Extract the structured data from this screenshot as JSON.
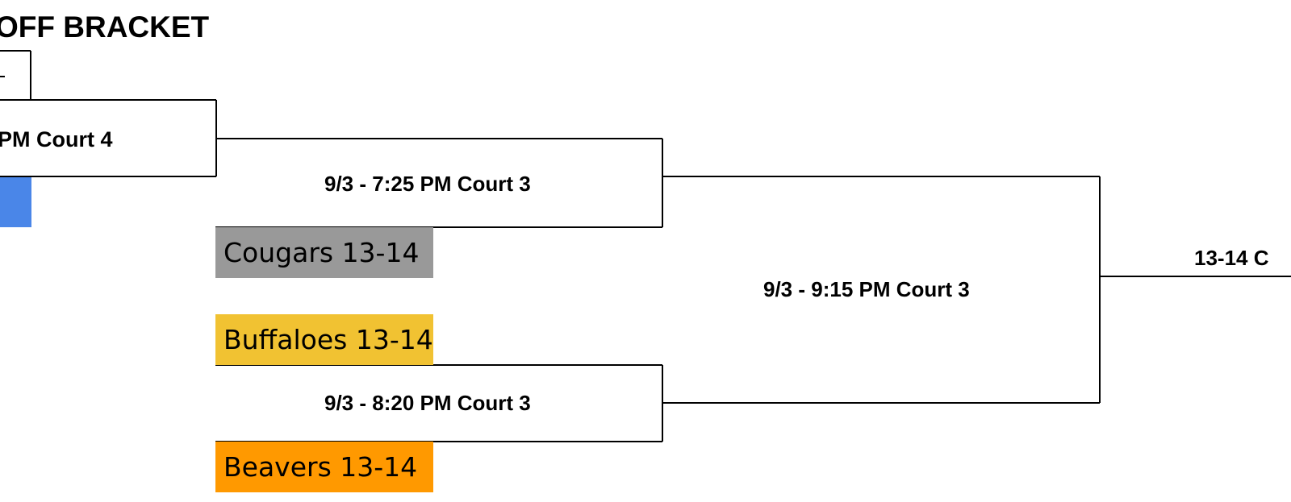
{
  "title": "OFF BRACKET",
  "colors": {
    "line": "#000000",
    "blue_block": "#4a86e8",
    "cougars": "#999999",
    "buffaloes": "#f1c232",
    "beavers": "#ff9900"
  },
  "games": {
    "partial_left": "PM Court 4",
    "semi_top": "9/3 - 7:25 PM Court 3",
    "semi_bottom": "9/3 - 8:20 PM Court 3",
    "final": "9/3 - 9:15 PM Court 3",
    "champion_partial": "13-14 C"
  },
  "teams": {
    "cougars": "Cougars 13-14",
    "buffaloes": "Buffaloes 13-14",
    "beavers": "Beavers 13-14"
  }
}
